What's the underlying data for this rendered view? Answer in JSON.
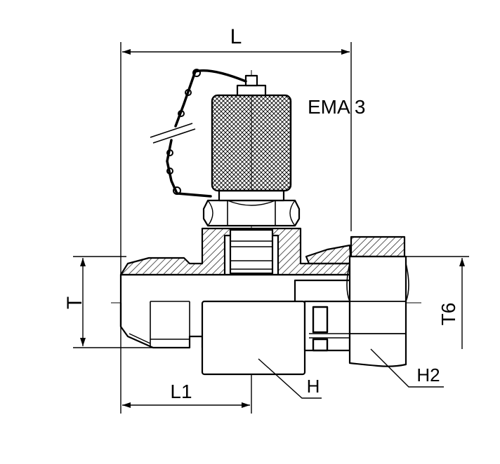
{
  "labels": {
    "length": "L",
    "length_partial": "L1",
    "thread": "T",
    "thread_swivel": "T6",
    "wrench_body": "H",
    "wrench_nut": "H2",
    "model": "EMA 3"
  },
  "colors": {
    "line": "#000000",
    "background": "#ffffff"
  }
}
